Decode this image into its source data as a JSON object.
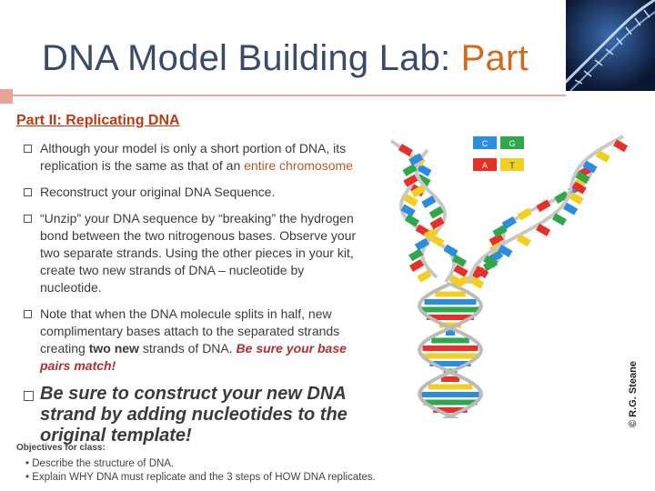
{
  "title": {
    "main": "DNA Model Building Lab: ",
    "accent": "Part"
  },
  "subtitle": "Part II: Replicating DNA",
  "bullets": [
    {
      "pre": "Although your model is only a short portion of DNA, its replication is the same as that of an ",
      "highlight": "entire chromosome"
    },
    {
      "text": "Reconstruct your original DNA Sequence."
    },
    {
      "text": "“Unzip” your DNA sequence by “breaking” the hydrogen bond between the two nitrogenous bases.  Observe your two separate strands.  Using the other pieces in your kit, create two new strands of DNA – nucleotide by nucleotide."
    },
    {
      "pre": "Note that when the DNA molecule splits in half, new complimentary bases attach to the separated strands creating ",
      "strong": "two new",
      "mid": " strands of DNA.  ",
      "highlight": "Be sure your base pairs match!"
    },
    {
      "text": "Be sure to construct your new DNA strand by adding nucleotides to the original template!"
    }
  ],
  "objectives": {
    "label": "Objectives for class:",
    "items": [
      "•  Describe the structure of DNA.",
      "•  Explain WHY DNA must replicate and the 3 steps of HOW DNA replicates."
    ]
  },
  "figure": {
    "legend": [
      [
        "C",
        "G"
      ],
      [
        "A",
        "T"
      ]
    ],
    "colors": {
      "A": "#e8302a",
      "T": "#f0d020",
      "C": "#2a8de0",
      "G": "#2fa84a",
      "backbone": "#e8e8e8"
    }
  },
  "copyright": "© R.G. Steane"
}
